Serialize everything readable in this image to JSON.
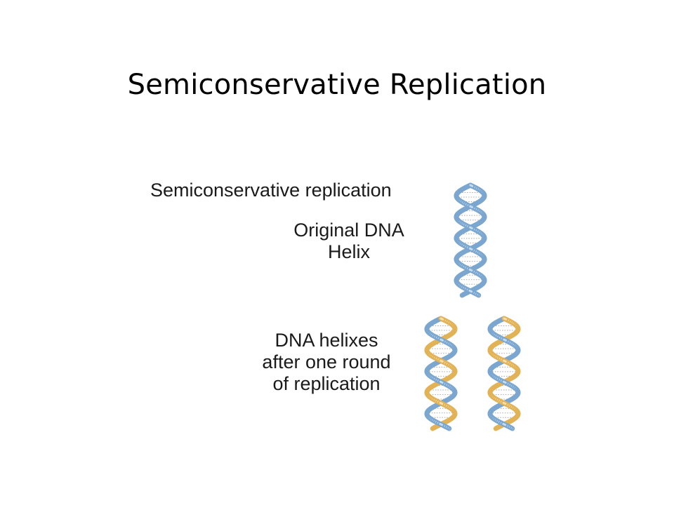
{
  "title": "Semiconservative Replication",
  "figure": {
    "heading": "Semiconservative replication",
    "original_label": [
      "Original DNA",
      "Helix"
    ],
    "after_label": [
      "DNA helixes",
      "after one round",
      "of replication"
    ]
  },
  "colors": {
    "old_strand": "#7aa6cf",
    "old_strand_light": "#c4dbee",
    "new_strand": "#e2b257",
    "new_strand_light": "#f3dfae",
    "rung": "#a8a8a8"
  }
}
